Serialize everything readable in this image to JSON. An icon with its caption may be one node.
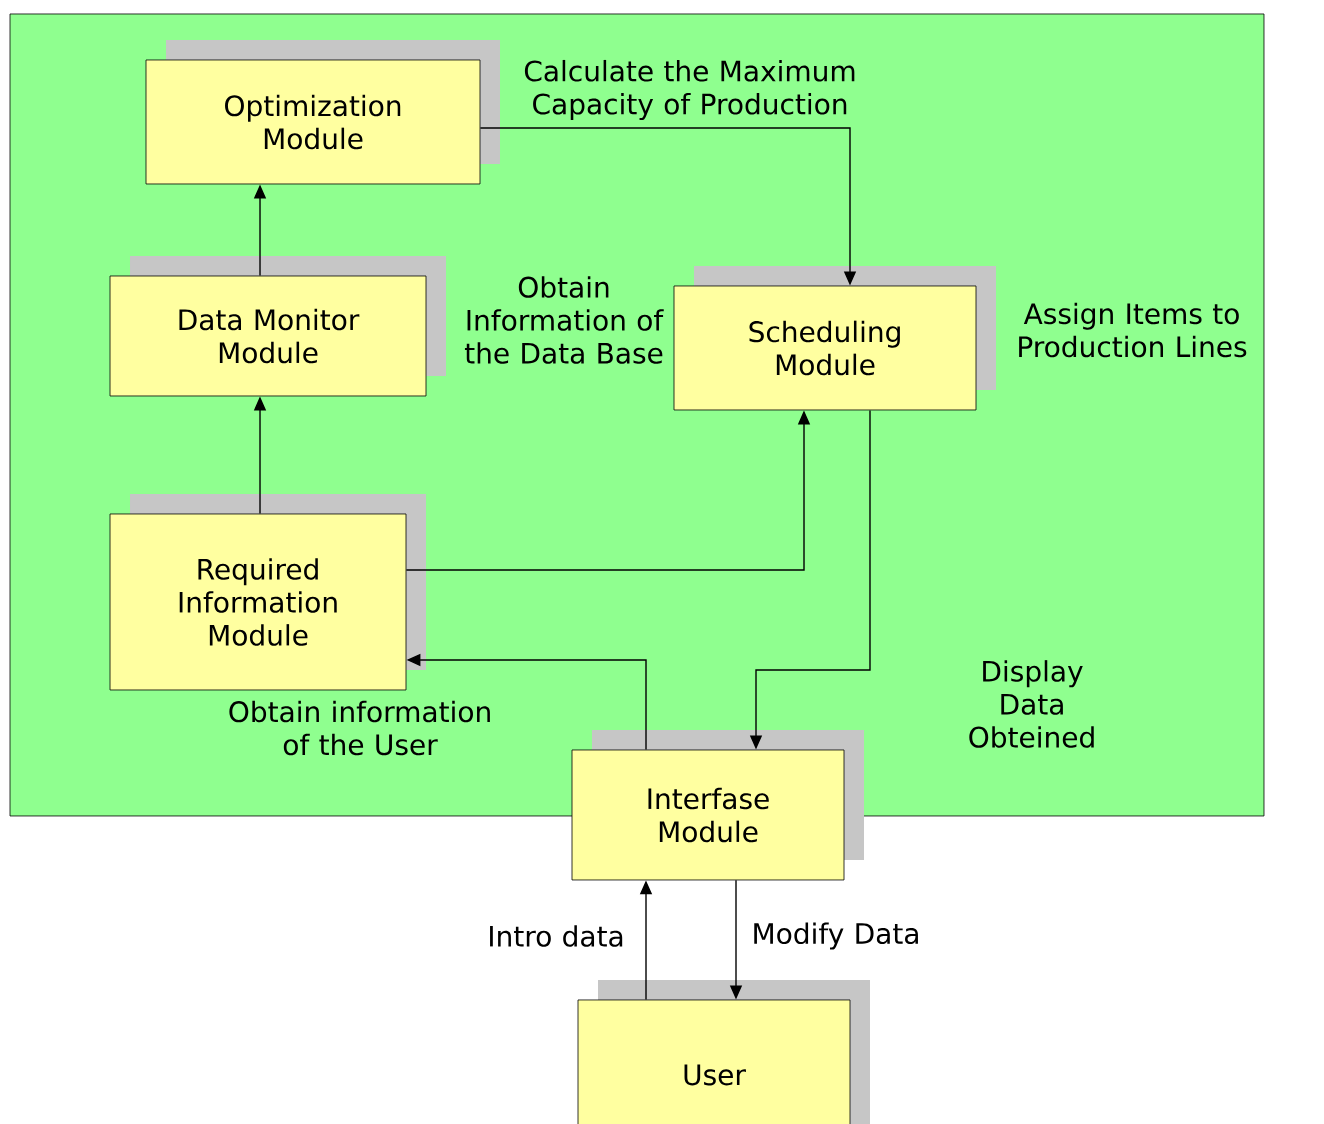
{
  "diagram": {
    "nodes": [
      {
        "text": [],
        "shape": "box"
      },
      {
        "text": [
          "Optimization Module"
        ],
        "in": 0
      },
      {
        "text": [
          "Data Monitor Module"
        ],
        "in": 0
      },
      {
        "text": [
          "Scheduling Module"
        ],
        "in": 0,
        "beside": [
          "Assign Items to Production Lines"
        ]
      },
      {
        "text": [
          "Required Information Module"
        ],
        "in": 0
      },
      {
        "text": [
          "Interfase Module"
        ]
      },
      {
        "text": [
          "User"
        ]
      }
    ],
    "edges": [
      {
        "from": 2,
        "to": 1,
        "arrow": "to"
      },
      {
        "from": 1,
        "to": 3,
        "arrow": "to",
        "label": "Calculate the Maximum Capacity of Production"
      },
      {
        "from": 4,
        "to": 2,
        "arrow": "to"
      },
      {
        "from": 4,
        "to": 3,
        "arrow": "to"
      },
      {
        "from": 3,
        "to": 5,
        "arrow": "to",
        "label": "Display Data Obteined"
      },
      {
        "from": 5,
        "to": 4,
        "arrow": "to",
        "label": "Obtain information of the User"
      },
      {
        "from": 5,
        "to": 6,
        "arrow": "to",
        "label": "Modify Data"
      },
      {
        "from": 6,
        "to": 5,
        "arrow": "to",
        "label": "Intro data"
      }
    ],
    "labels": [
      "Obtain Information of the Data Base"
    ]
  }
}
